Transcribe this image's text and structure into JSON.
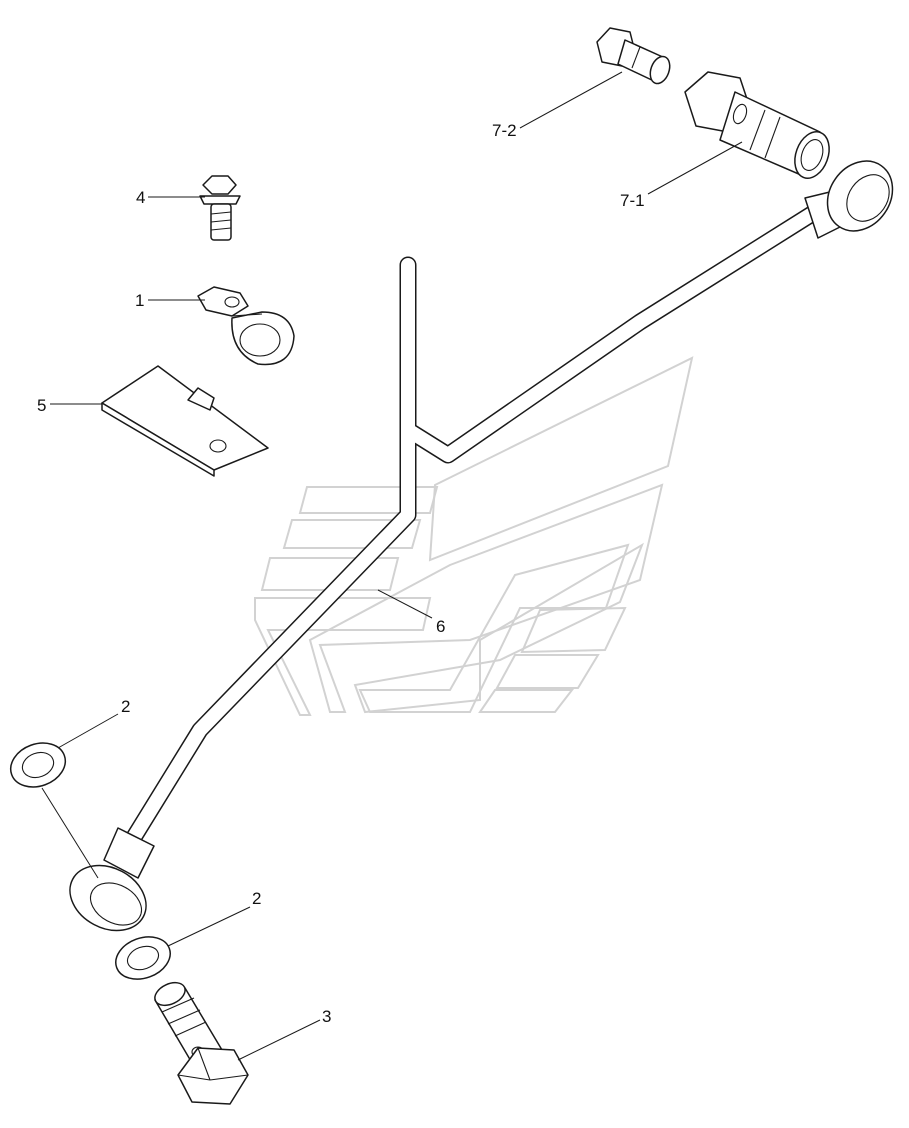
{
  "diagram": {
    "callouts": {
      "c1": "1",
      "c2a": "2",
      "c2b": "2",
      "c3": "3",
      "c4": "4",
      "c5": "5",
      "c6": "6",
      "c71": "7-1",
      "c72": "7-2"
    }
  }
}
